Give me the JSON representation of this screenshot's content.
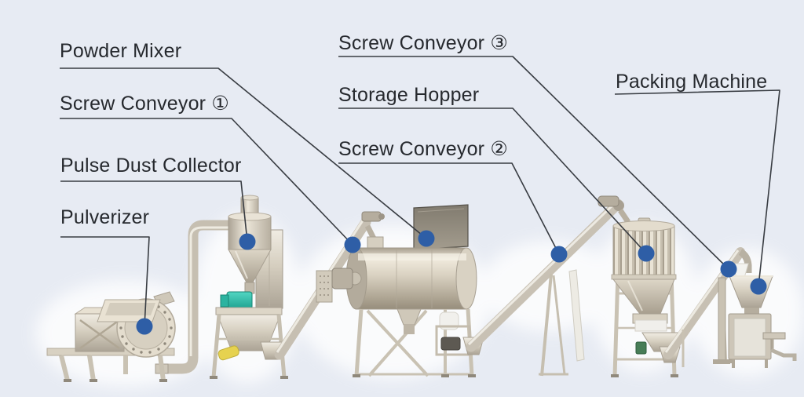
{
  "page": {
    "background_color": "#e7ebf3",
    "type": "equipment-line-diagram"
  },
  "colors": {
    "leader_line": "#383c42",
    "callout_dot": "#2e5ea6",
    "label_text": "#26292e",
    "machine_metal": "#d6cfc0",
    "pulse_valve_teal": "#2fc0ad",
    "drum_motor_yellow": "#e6d24f",
    "hopper_motor_green": "#477d57"
  },
  "labels": [
    {
      "id": "powder-mixer",
      "text": "Powder Mixer"
    },
    {
      "id": "screw-conveyor-1",
      "text": "Screw Conveyor ①"
    },
    {
      "id": "pulse-dust-collector",
      "text": "Pulse Dust Collector"
    },
    {
      "id": "pulverizer",
      "text": "Pulverizer"
    },
    {
      "id": "screw-conveyor-3",
      "text": "Screw Conveyor ③"
    },
    {
      "id": "storage-hopper",
      "text": "Storage Hopper"
    },
    {
      "id": "screw-conveyor-2",
      "text": "Screw Conveyor ②"
    },
    {
      "id": "packing-machine",
      "text": "Packing Machine"
    }
  ]
}
